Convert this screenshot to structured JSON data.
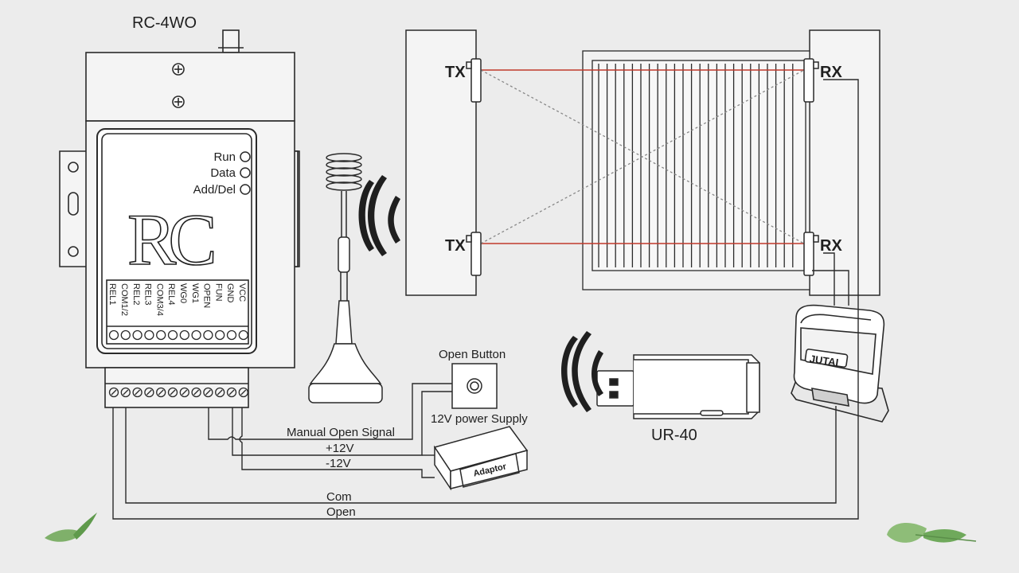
{
  "controller": {
    "model": "RC-4WO",
    "logo": "RC",
    "indicators": [
      "Run",
      "Data",
      "Add/Del"
    ],
    "terminals": [
      "VCC",
      "GND",
      "FUN",
      "OPEN",
      "WG1",
      "WG0",
      "REL4",
      "COM3/4",
      "REL3",
      "REL2",
      "COM1/2",
      "REL1"
    ]
  },
  "sensors": {
    "tx_top": "TX",
    "tx_bottom": "TX",
    "rx_top": "RX",
    "rx_bottom": "RX"
  },
  "open_button": {
    "label": "Open Button"
  },
  "power_supply": {
    "label": "12V power Supply",
    "adaptor": "Adaptor"
  },
  "receiver": {
    "label": "UR-40"
  },
  "motor": {
    "brand": "JUTAI"
  },
  "wires": {
    "manual": "Manual Open Signal",
    "plus12": "+12V",
    "minus12": "-12V",
    "com": "Com",
    "open": "Open"
  },
  "colors": {
    "background": "#ececec",
    "line": "#2a2a2a",
    "beam": "#c0392b",
    "dashed": "#888888",
    "leaf": "#7fb06a"
  }
}
